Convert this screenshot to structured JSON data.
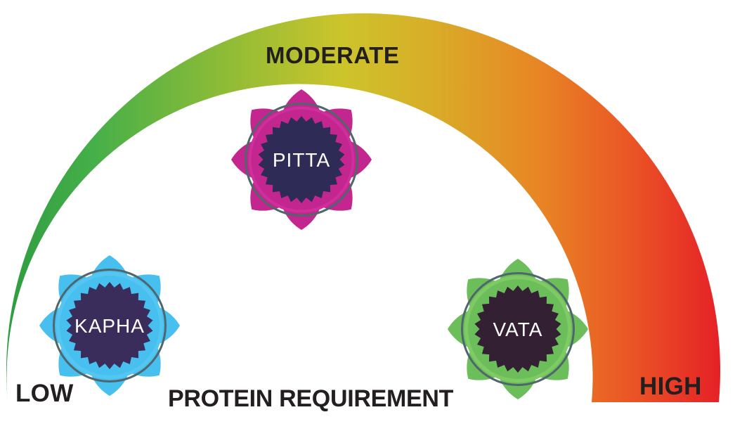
{
  "figure": {
    "type": "semicircular-gauge-infographic",
    "title": "PROTEIN REQUIREMENT"
  },
  "gauge": {
    "low_label": "LOW",
    "moderate_label": "MODERATE",
    "high_label": "HIGH",
    "axis_label": "PROTEIN REQUIREMENT",
    "gradient": [
      "#2E9C40",
      "#45AF49",
      "#8CBB37",
      "#CCC42B",
      "#D9AC28",
      "#E88424",
      "#EA5325",
      "#E52127"
    ],
    "label_color": "#231F20"
  },
  "badges": [
    {
      "label": "KAPHA",
      "level": "LOW",
      "icon": "lotus-icon",
      "petal_color": "#47BFEF",
      "ring_color": "#55C6F1",
      "center_color": "#3B2D5B"
    },
    {
      "label": "PITTA",
      "level": "MODERATE",
      "icon": "lotus-icon",
      "petal_color": "#C4268F",
      "ring_color": "#CE2F9C",
      "center_color": "#2E2B57"
    },
    {
      "label": "VATA",
      "level": "HIGH",
      "icon": "lotus-icon",
      "petal_color": "#6CBE5B",
      "ring_color": "#7FCB63",
      "center_color": "#332133"
    }
  ],
  "colors": {
    "background": "#FFFFFF",
    "outline_ring": "#4F666C",
    "badge_text": "#FFFFFF"
  }
}
